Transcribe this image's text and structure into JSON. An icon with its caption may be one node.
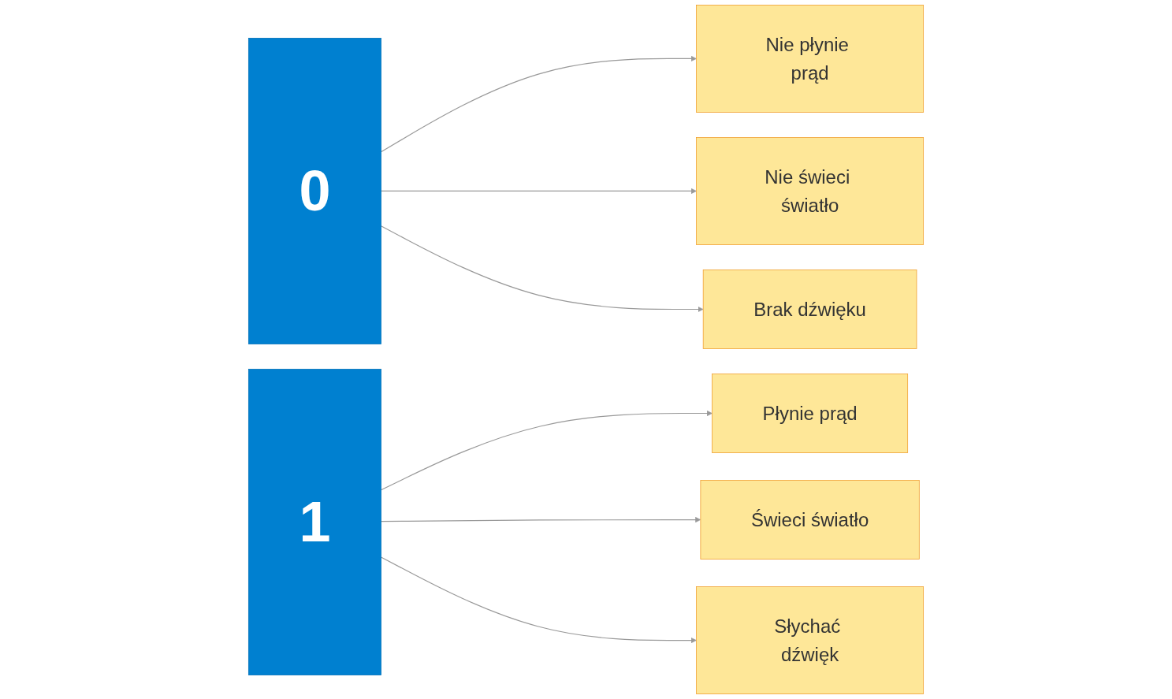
{
  "diagram": {
    "nodes": [
      {
        "text": [
          "0"
        ]
      },
      {
        "text": [
          "Nie płynie prąd"
        ]
      },
      {
        "text": [
          "Nie świeci światło"
        ]
      },
      {
        "text": [
          "Brak dźwięku"
        ]
      },
      {
        "text": [
          "1"
        ]
      },
      {
        "text": [
          "Płynie prąd"
        ]
      },
      {
        "text": [
          "Świeci światło"
        ]
      },
      {
        "text": [
          "Słychać dźwięk"
        ]
      }
    ],
    "edges": [
      {
        "from": 0,
        "to": 1,
        "arrow": "to"
      },
      {
        "from": 0,
        "to": 2,
        "arrow": "to"
      },
      {
        "from": 0,
        "to": 3,
        "arrow": "to"
      },
      {
        "from": 4,
        "to": 5,
        "arrow": "to"
      },
      {
        "from": 4,
        "to": 6,
        "arrow": "to"
      },
      {
        "from": 4,
        "to": 7,
        "arrow": "to"
      }
    ]
  }
}
